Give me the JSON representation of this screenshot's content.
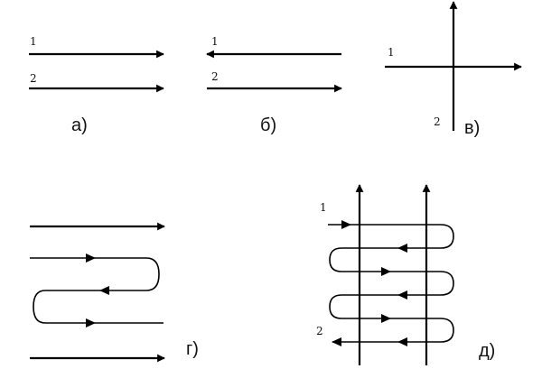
{
  "panels": {
    "a": {
      "caption": "а)",
      "label1": "1",
      "label2": "2"
    },
    "b": {
      "caption": "б)",
      "label1": "1",
      "label2": "2"
    },
    "v": {
      "caption": "в)",
      "label1": "1",
      "label2": "2"
    },
    "g": {
      "caption": "г)"
    },
    "d": {
      "caption": "д)",
      "label1": "1",
      "label2": "2"
    }
  }
}
